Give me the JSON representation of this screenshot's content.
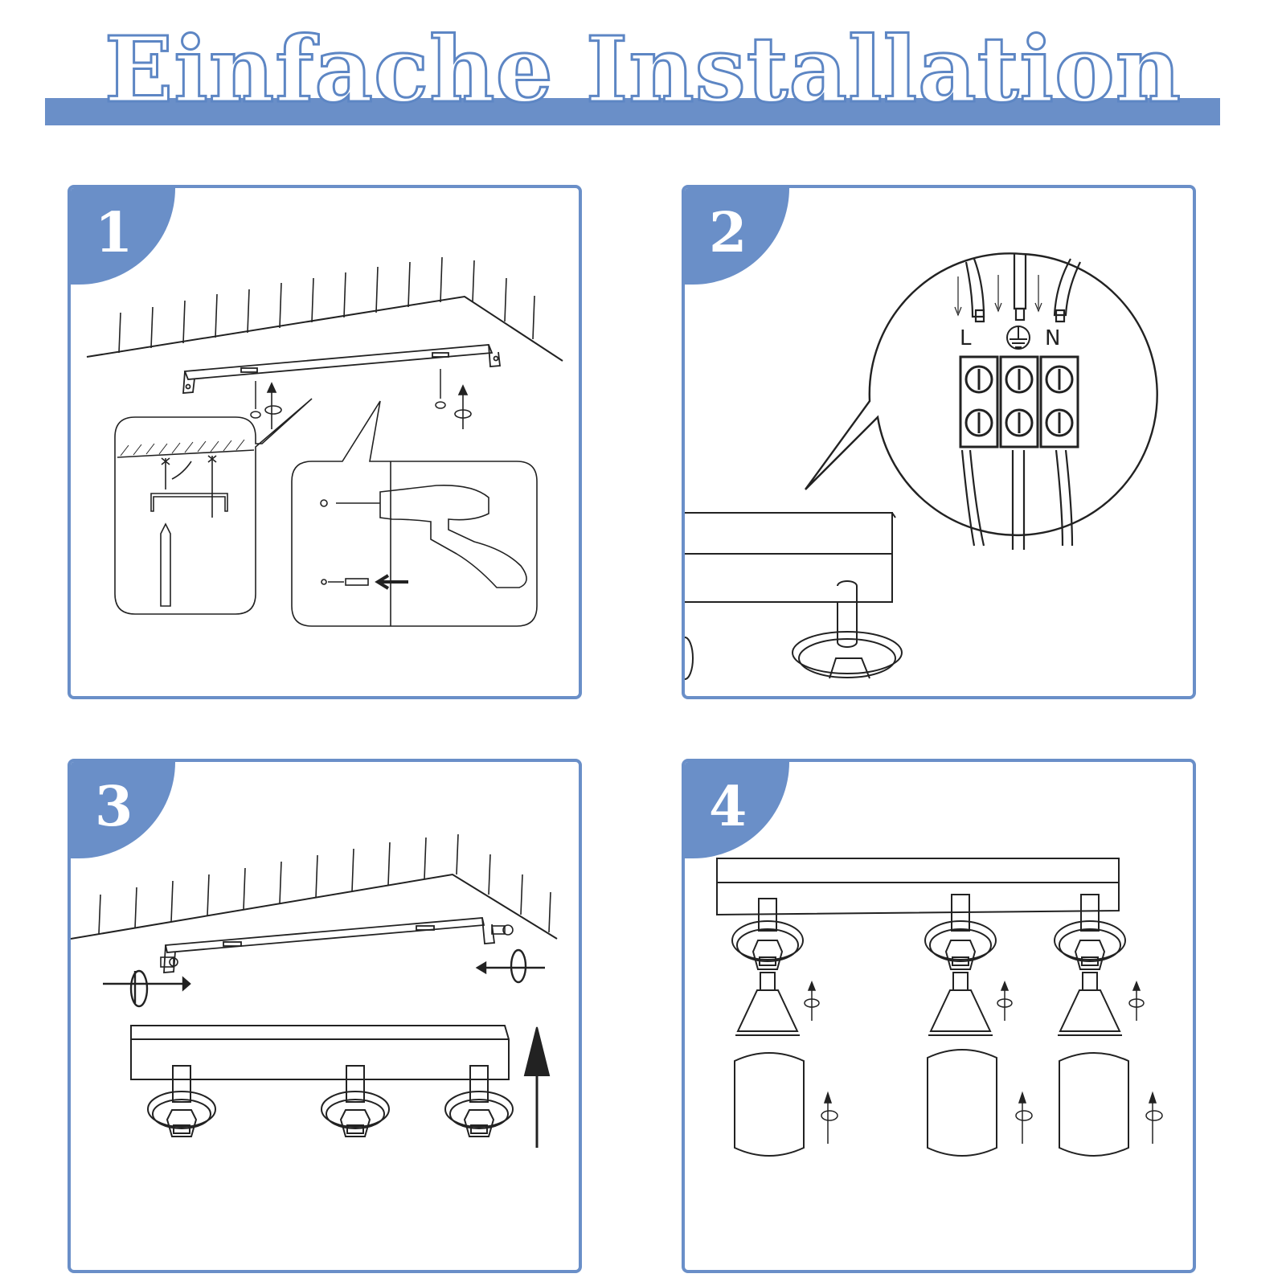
{
  "title": "Einfache Installation",
  "steps": [
    {
      "number": "1"
    },
    {
      "number": "2",
      "terminal_labels": [
        "L",
        "N"
      ]
    },
    {
      "number": "3"
    },
    {
      "number": "4"
    }
  ],
  "colors": {
    "accent": "#6a8fc8",
    "line": "#222222"
  },
  "icons": [
    "drill-icon",
    "screw-icon",
    "pencil-icon",
    "ground-symbol-icon",
    "rotate-arrow-icon",
    "up-arrow-icon",
    "gu10-bulb-icon",
    "lamp-shade-icon"
  ]
}
